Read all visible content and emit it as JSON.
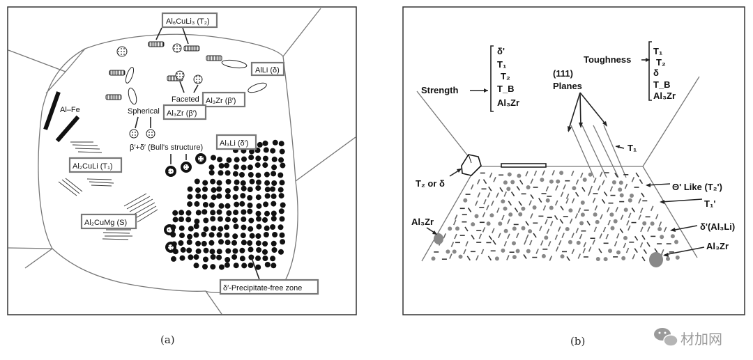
{
  "panel_a": {
    "caption": "(a)",
    "labels": {
      "al6culi3": "Al₆CuLi₃ (T₂)",
      "alli": "AlLi (δ)",
      "alfe": "Al–Fe",
      "faceted": "Faceted",
      "al3zr_faceted": "Al₃Zr (β′)",
      "spherical": "Spherical",
      "al3zr_spherical": "Al₃Zr (β′)",
      "bulls": "β′+δ′ (Bull's structure)",
      "al3li": "Al₃Li (δ′)",
      "al2culi": "Al₂CuLi (T₁)",
      "al2cumg": "Al₂CuMg (S)",
      "pfz": "δ′-Precipitate-free zone"
    }
  },
  "panel_b": {
    "caption": "(b)",
    "strength_label": "Strength",
    "strength_list": [
      "δ'",
      "T₁",
      "T₂",
      "T_B",
      "Al₃Zr"
    ],
    "planes_label_1": "(111)",
    "planes_label_2": "Planes",
    "toughness_label": "Toughness",
    "toughness_list": [
      "T₁",
      "T₂",
      "δ",
      "T_B",
      "Al₃Zr"
    ],
    "t1_label": "T₁",
    "t2_or_delta": "T₂ or δ",
    "theta_like": "Θ' Like (T₂')",
    "t1_prime": "T₁'",
    "delta_prime": "δ'(Al₃Li)",
    "al3zr_left": "Al₃Zr",
    "al3zr_right": "Al₃Zr"
  },
  "watermark": "材加网"
}
